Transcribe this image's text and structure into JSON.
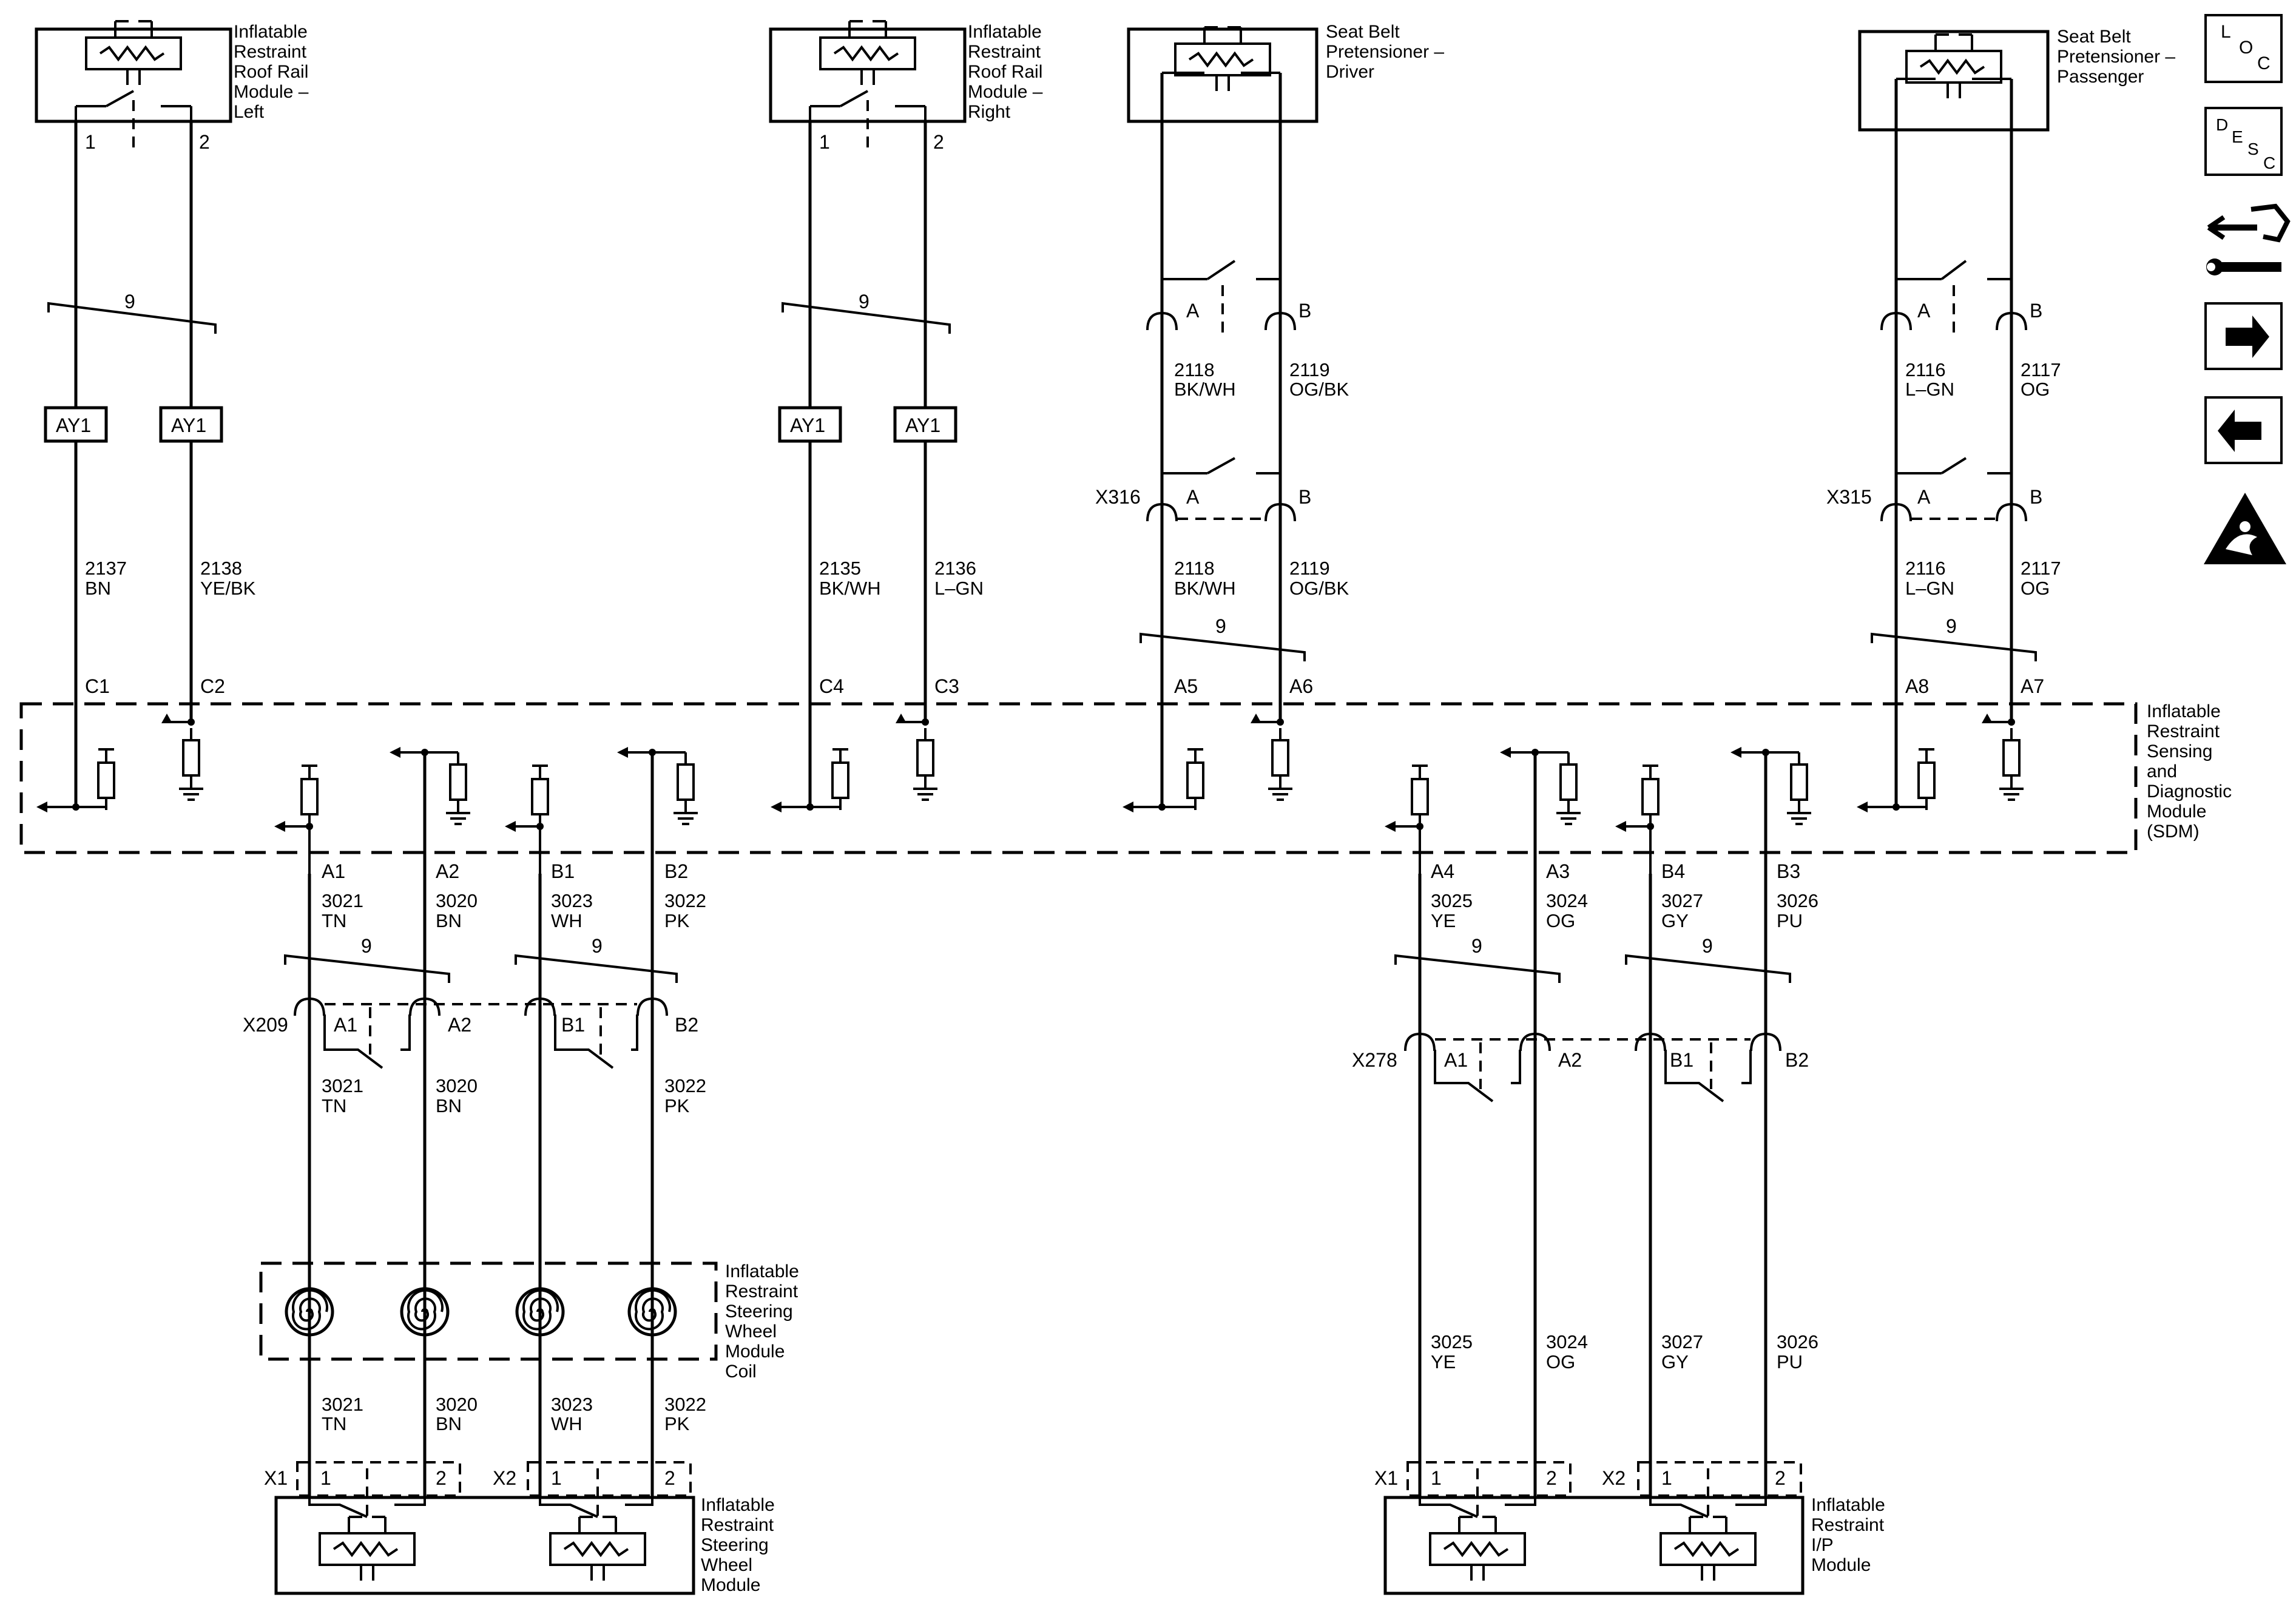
{
  "components": {
    "roof_rail_left": {
      "lines": [
        "Inflatable",
        "Restraint",
        "Roof Rail",
        "Module –",
        "Left"
      ],
      "pins": [
        "1",
        "2"
      ]
    },
    "roof_rail_right": {
      "lines": [
        "Inflatable",
        "Restraint",
        "Roof Rail",
        "Module –",
        "Right"
      ],
      "pins": [
        "1",
        "2"
      ]
    },
    "pretensioner_driver": {
      "lines": [
        "Seat Belt",
        "Pretensioner –",
        "Driver"
      ]
    },
    "pretensioner_passenger": {
      "lines": [
        "Seat Belt",
        "Pretensioner –",
        "Passenger"
      ]
    },
    "sdm": {
      "lines": [
        "Inflatable",
        "Restraint",
        "Sensing",
        "and",
        "Diagnostic",
        "Module",
        "(SDM)"
      ]
    },
    "steering_coil": {
      "lines": [
        "Inflatable",
        "Restraint",
        "Steering",
        "Wheel",
        "Module",
        "Coil"
      ]
    },
    "steering_module": {
      "lines": [
        "Inflatable",
        "Restraint",
        "Steering",
        "Wheel",
        "Module"
      ]
    },
    "ip_module": {
      "lines": [
        "Inflatable",
        "Restraint",
        "I/P",
        "Module"
      ]
    }
  },
  "twisted_pair_label": "9",
  "splice_label": "AY1",
  "connectors": {
    "x316": "X316",
    "x315": "X315",
    "x209": "X209",
    "x278": "X278",
    "x1": "X1",
    "x2": "X2",
    "pin_a": "A",
    "pin_b": "B",
    "pin_a1": "A1",
    "pin_a2": "A2",
    "pin_b1": "B1",
    "pin_b2": "B2",
    "pin_1": "1",
    "pin_2": "2"
  },
  "sdm_pins": {
    "c1": "C1",
    "c2": "C2",
    "c4": "C4",
    "c3": "C3",
    "a5": "A5",
    "a6": "A6",
    "a8": "A8",
    "a7": "A7",
    "a1": "A1",
    "a2": "A2",
    "b1": "B1",
    "b2": "B2",
    "a4": "A4",
    "a3": "A3",
    "b4": "B4",
    "b3": "B3"
  },
  "circuits": {
    "c2137": {
      "num": "2137",
      "color": "BN"
    },
    "c2138": {
      "num": "2138",
      "color": "YE/BK"
    },
    "c2135": {
      "num": "2135",
      "color": "BK/WH"
    },
    "c2136": {
      "num": "2136",
      "color": "L–GN"
    },
    "c2118": {
      "num": "2118",
      "color": "BK/WH"
    },
    "c2119": {
      "num": "2119",
      "color": "OG/BK"
    },
    "c2116": {
      "num": "2116",
      "color": "L–GN"
    },
    "c2117": {
      "num": "2117",
      "color": "OG"
    },
    "c3021": {
      "num": "3021",
      "color": "TN"
    },
    "c3020": {
      "num": "3020",
      "color": "BN"
    },
    "c3023": {
      "num": "3023",
      "color": "WH"
    },
    "c3022": {
      "num": "3022",
      "color": "PK"
    },
    "c3025": {
      "num": "3025",
      "color": "YE"
    },
    "c3024": {
      "num": "3024",
      "color": "OG"
    },
    "c3027": {
      "num": "3027",
      "color": "GY"
    },
    "c3026": {
      "num": "3026",
      "color": "PU"
    }
  },
  "nav": {
    "loc": {
      "l": "L",
      "o": "O",
      "c": "C"
    },
    "desc": {
      "d": "D",
      "e": "E",
      "s": "S",
      "c": "C"
    },
    "icons": [
      "loc-icon",
      "desc-icon",
      "connector-wrench-icon",
      "arrow-right-icon",
      "arrow-left-icon",
      "esd-warning-icon"
    ]
  },
  "colors": {
    "line": "#000000",
    "background": "#ffffff"
  }
}
